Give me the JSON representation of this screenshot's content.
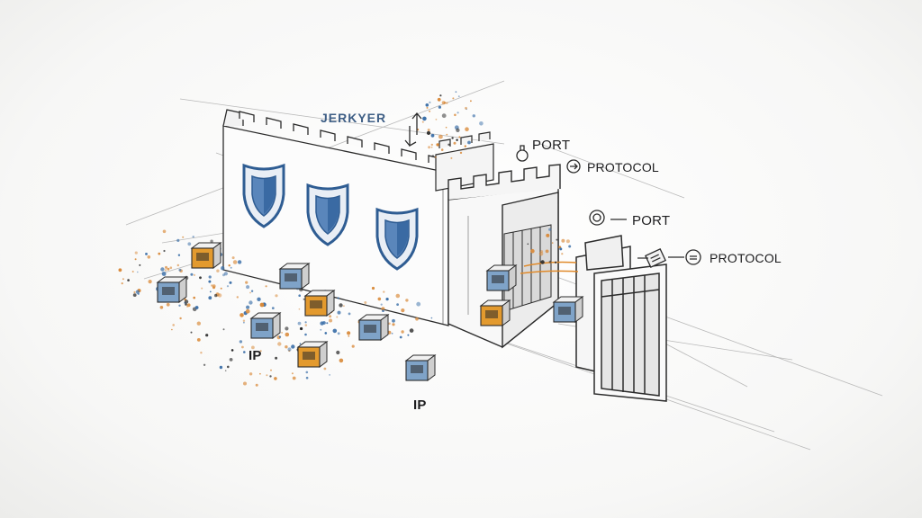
{
  "title": "JERKYER",
  "labels": {
    "port_top": "PORT",
    "protocol_top": "PROTOCOL",
    "port_mid": "PORT",
    "protocol_right": "PROTOCOL",
    "ip_left": "IP",
    "ip_bottom": "IP"
  },
  "colors": {
    "ink": "#2b2b2b",
    "shield_blue": "#3f6ea6",
    "packet_blue": "#7fa3c8",
    "packet_orange": "#e39a2e",
    "particle_orange": "#d98a3a",
    "particle_blue": "#3b6fa8"
  },
  "icons": [
    "shield-icon",
    "packet-icon",
    "port-icon",
    "protocol-icon",
    "gate-icon",
    "tower-icon",
    "arrows-icon"
  ]
}
